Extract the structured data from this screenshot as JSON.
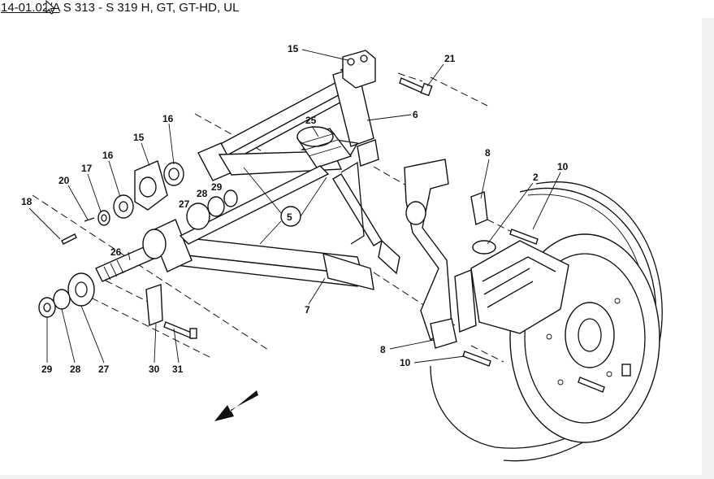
{
  "title": {
    "code": "14-01.0",
    "suffix": "2/A",
    "rest": " S 313 - S 319 H, GT, GT-HD, UL"
  },
  "callouts": [
    "15",
    "21",
    "6",
    "16",
    "25",
    "15",
    "16",
    "8",
    "2",
    "10",
    "17",
    "20",
    "27",
    "28",
    "29",
    "18",
    "5",
    "26",
    "7",
    "8",
    "10",
    "29",
    "28",
    "27",
    "30",
    "31"
  ]
}
